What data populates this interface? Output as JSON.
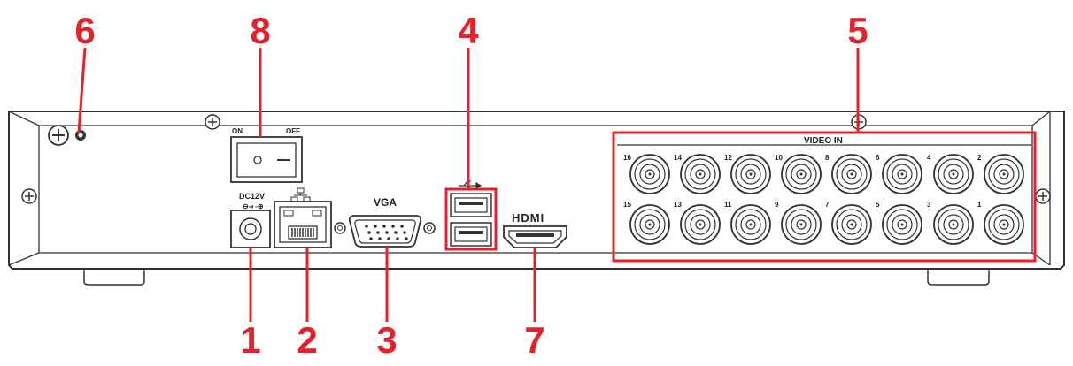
{
  "callouts": {
    "c1": "1",
    "c2": "2",
    "c3": "3",
    "c4": "4",
    "c5": "5",
    "c6": "6",
    "c7": "7",
    "c8": "8"
  },
  "labels": {
    "switch_on": "ON",
    "switch_off": "OFF",
    "power": "DC12V",
    "vga": "VGA",
    "hdmi": "HDMI",
    "video_in": "VIDEO IN"
  },
  "video_in": {
    "top_numbers": [
      "16",
      "14",
      "12",
      "10",
      "8",
      "6",
      "4",
      "2"
    ],
    "bottom_numbers": [
      "15",
      "13",
      "11",
      "9",
      "7",
      "5",
      "3",
      "1"
    ]
  },
  "colors": {
    "callout": "#e8202a",
    "outline": "#333333"
  }
}
